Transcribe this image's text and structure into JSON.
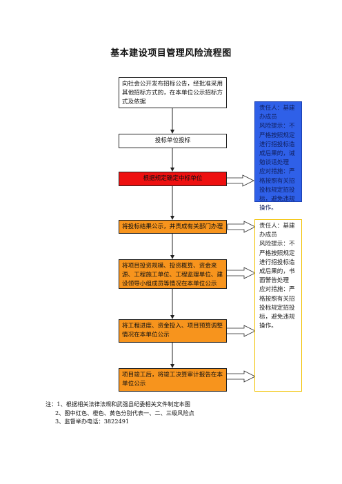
{
  "title": "基本建设项目管理风险流程图",
  "steps": [
    "向社会公开发布招标公告，经批准采用其他招标方式的，在本单位公示招标方式及依据",
    "投标单位投标",
    "根据规定确定中标单位",
    "将投标结果公示，并责成有关部门办理",
    "将项目投资规模、投资概算、资金来源、工程施工单位、工程监理单位、建设领导小组成员等情况在本单位公示",
    "将工程进度、资金投入、项目预算调整情况在本单位公示",
    "项目竣工后，将竣工决算审计报告在本单位公示"
  ],
  "risk_blue": {
    "responsible": "责任人：基建办成员",
    "hint": "风险提示：不严格按照规定进行招投标造成后果的，诫勉谈话处理",
    "measure": "应对措施：严格按照有关招投标规定招投标，避免违规操作。"
  },
  "risk_yellow": {
    "responsible": "责任人：基建办成员",
    "hint": "风险提示：不严格按照规定进行招投标造成后果的，书面警告处理",
    "measure": "应对措施：严格按照有关招投标规定招投标，避免违规操作。"
  },
  "notes": {
    "line1": "注：1、根据相关法律法规和武强县纪委相关文件制定本图",
    "line2": "2、图中红色、橙色、黄色分别代表一、二、三级风险点",
    "line3": "3、监督举办电话：3822491"
  },
  "colors": {
    "level1": "#ee1010",
    "level2": "#f7941d",
    "level3": "#f2c200",
    "blue_panel": "#2f60e8"
  }
}
